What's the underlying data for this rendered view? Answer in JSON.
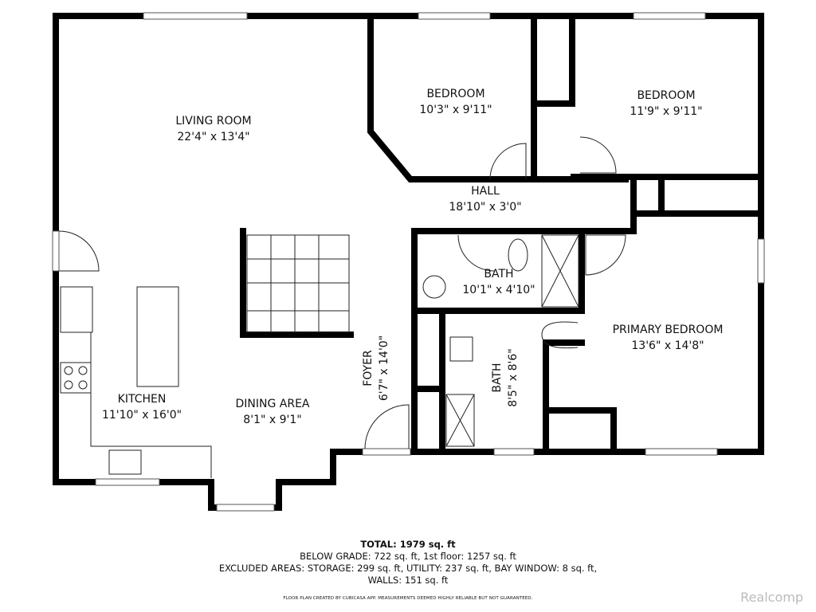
{
  "rooms": [
    {
      "name": "LIVING ROOM",
      "size": "22'4\" x 13'4\""
    },
    {
      "name": "BEDROOM",
      "size": "10'3\" x 9'11\""
    },
    {
      "name": "BEDROOM",
      "size": "11'9\" x 9'11\""
    },
    {
      "name": "HALL",
      "size": "18'10\" x 3'0\""
    },
    {
      "name": "BATH",
      "size": "10'1\" x 4'10\""
    },
    {
      "name": "PRIMARY BEDROOM",
      "size": "13'6\" x 14'8\""
    },
    {
      "name": "FOYER",
      "size": "6'7\" x 14'0\""
    },
    {
      "name": "BATH",
      "size": "8'5\" x 8'6\""
    },
    {
      "name": "KITCHEN",
      "size": "11'10\" x 16'0\""
    },
    {
      "name": "DINING AREA",
      "size": "8'1\" x 9'1\""
    }
  ],
  "summary": {
    "total": "TOTAL: 1979 sq. ft",
    "line1": "BELOW GRADE: 722 sq. ft, 1st floor: 1257 sq. ft",
    "line2": "EXCLUDED AREAS: STORAGE: 299 sq. ft, UTILITY: 237 sq. ft, BAY WINDOW: 8 sq. ft,",
    "line3": "WALLS: 151 sq. ft",
    "credit": "FLOOR PLAN CREATED BY CUBICASA APP. MEASUREMENTS DEEMED HIGHLY RELIABLE BUT NOT GUARANTEED."
  },
  "brand": "Realcomp"
}
